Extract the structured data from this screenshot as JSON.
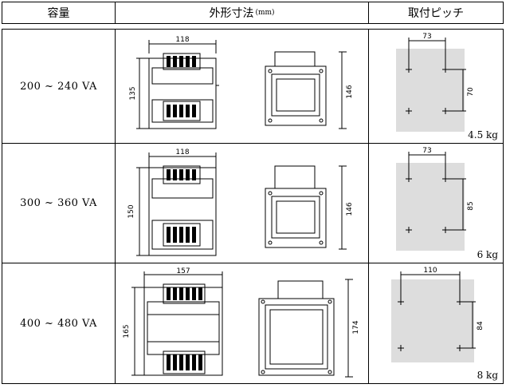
{
  "header": {
    "capacity": "容量",
    "dimensions": "外形寸法",
    "dimensions_unit": "(mm)",
    "mounting_pitch": "取付ピッチ"
  },
  "rows": [
    {
      "capacity": "200 ~ 240 VA",
      "width": "118",
      "height": "135",
      "side_height": "146",
      "pitch_x": "73",
      "pitch_y": "70",
      "weight": "4.5 kg"
    },
    {
      "capacity": "300 ~ 360 VA",
      "width": "118",
      "height": "150",
      "side_height": "146",
      "pitch_x": "73",
      "pitch_y": "85",
      "weight": "6 kg"
    },
    {
      "capacity": "400 ~ 480 VA",
      "width": "157",
      "height": "165",
      "side_height": "174",
      "pitch_x": "110",
      "pitch_y": "84",
      "weight": "8 kg"
    }
  ]
}
